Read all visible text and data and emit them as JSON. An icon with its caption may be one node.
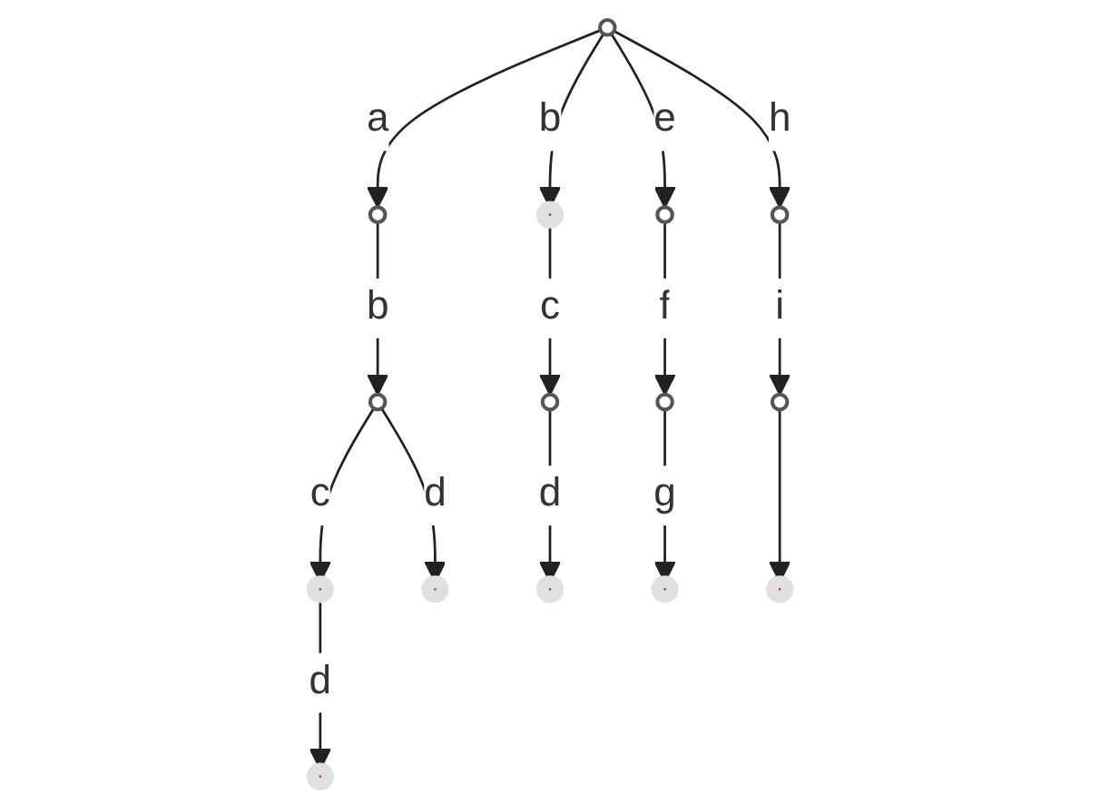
{
  "diagram": {
    "nodes": [
      {
        "text": [],
        "shape": "circle"
      },
      {
        "text": [],
        "shape": "circle"
      },
      {
        "text": [],
        "shape": "circle"
      },
      {
        "text": [],
        "shape": "circle"
      },
      {
        "text": [],
        "shape": "circle"
      },
      {
        "text": [],
        "shape": "circle"
      },
      {
        "text": [],
        "shape": "circle"
      },
      {
        "text": [],
        "shape": "circle"
      },
      {
        "text": [],
        "shape": "circle"
      },
      {
        "text": [],
        "shape": "circle"
      },
      {
        "text": [],
        "shape": "circle"
      },
      {
        "text": [],
        "shape": "circle"
      },
      {
        "text": [],
        "shape": "circle"
      },
      {
        "text": [],
        "shape": "circle"
      },
      {
        "text": [],
        "shape": "circle"
      }
    ],
    "edges": [
      {
        "from": 0,
        "to": 1,
        "arrow": "to",
        "label": "a"
      },
      {
        "from": 0,
        "to": 2,
        "arrow": "to",
        "label": "b"
      },
      {
        "from": 0,
        "to": 3,
        "arrow": "to",
        "label": "e"
      },
      {
        "from": 0,
        "to": 4,
        "arrow": "to",
        "label": "h"
      },
      {
        "from": 1,
        "to": 5,
        "arrow": "to",
        "label": "b"
      },
      {
        "from": 2,
        "to": 6,
        "arrow": "to",
        "label": "c"
      },
      {
        "from": 3,
        "to": 7,
        "arrow": "to",
        "label": "f"
      },
      {
        "from": 4,
        "to": 8,
        "arrow": "to",
        "label": "i"
      },
      {
        "from": 5,
        "to": 9,
        "arrow": "to",
        "label": "c"
      },
      {
        "from": 5,
        "to": 10,
        "arrow": "to",
        "label": "d"
      },
      {
        "from": 6,
        "to": 11,
        "arrow": "to",
        "label": "d"
      },
      {
        "from": 7,
        "to": 12,
        "arrow": "to",
        "label": "g"
      },
      {
        "from": 8,
        "to": 13,
        "arrow": "to"
      },
      {
        "from": 9,
        "to": 14,
        "arrow": "to",
        "label": "d"
      }
    ]
  }
}
